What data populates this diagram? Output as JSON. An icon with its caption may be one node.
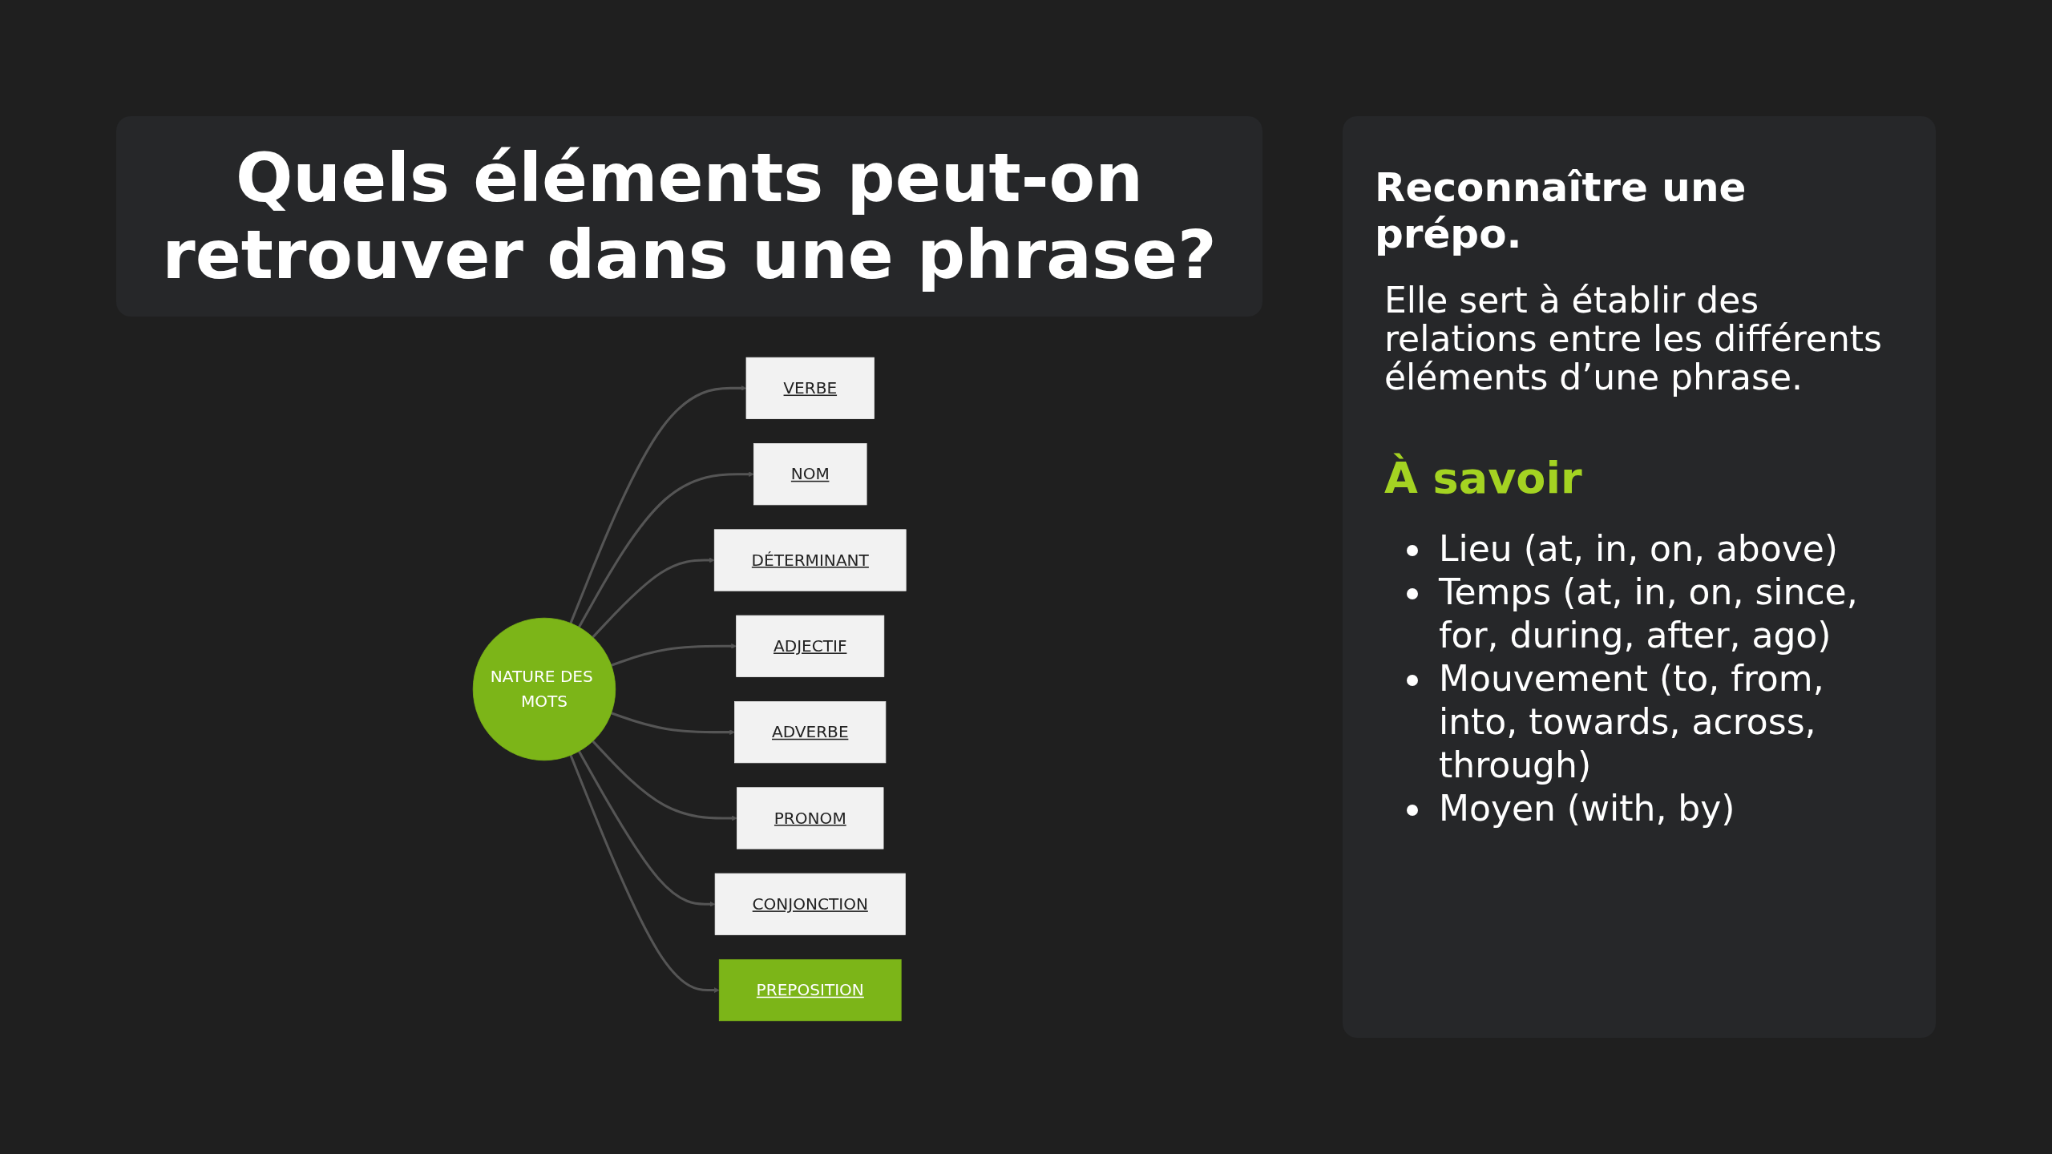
{
  "diagram": {
    "title": "Quels éléments peut-on retrouver dans une phrase?",
    "nodes": [
      {
        "text": [
          "NATURE DES MOTS"
        ]
      },
      {
        "text": [
          "VERBE"
        ]
      },
      {
        "text": [
          "NOM"
        ]
      },
      {
        "text": [
          "DÉTERMINANT"
        ]
      },
      {
        "text": [
          "ADJECTIF"
        ]
      },
      {
        "text": [
          "ADVERBE"
        ]
      },
      {
        "text": [
          "PRONOM"
        ]
      },
      {
        "text": [
          "CONJONCTION"
        ]
      },
      {
        "text": [
          "PREPOSITION"
        ]
      }
    ],
    "edges": [
      {
        "from": 0,
        "to": 1,
        "arrow": "to"
      },
      {
        "from": 0,
        "to": 2,
        "arrow": "to"
      },
      {
        "from": 0,
        "to": 3,
        "arrow": "to"
      },
      {
        "from": 0,
        "to": 4,
        "arrow": "to"
      },
      {
        "from": 0,
        "to": 5,
        "arrow": "to"
      },
      {
        "from": 0,
        "to": 6,
        "arrow": "to"
      },
      {
        "from": 0,
        "to": 7,
        "arrow": "to"
      },
      {
        "from": 0,
        "to": 8,
        "arrow": "to"
      }
    ],
    "labels": [
      "Reconnaître une prépo.",
      "Elle sert à établir des relations entre les différents éléments d’une phrase.",
      "À savoir",
      "Lieu (at, in, on, above)",
      "Temps (at, in, on, since, for, during, after, ago)",
      "Mouvement (to, from, into, towards, across, through)",
      "Moyen (with, by)"
    ]
  }
}
